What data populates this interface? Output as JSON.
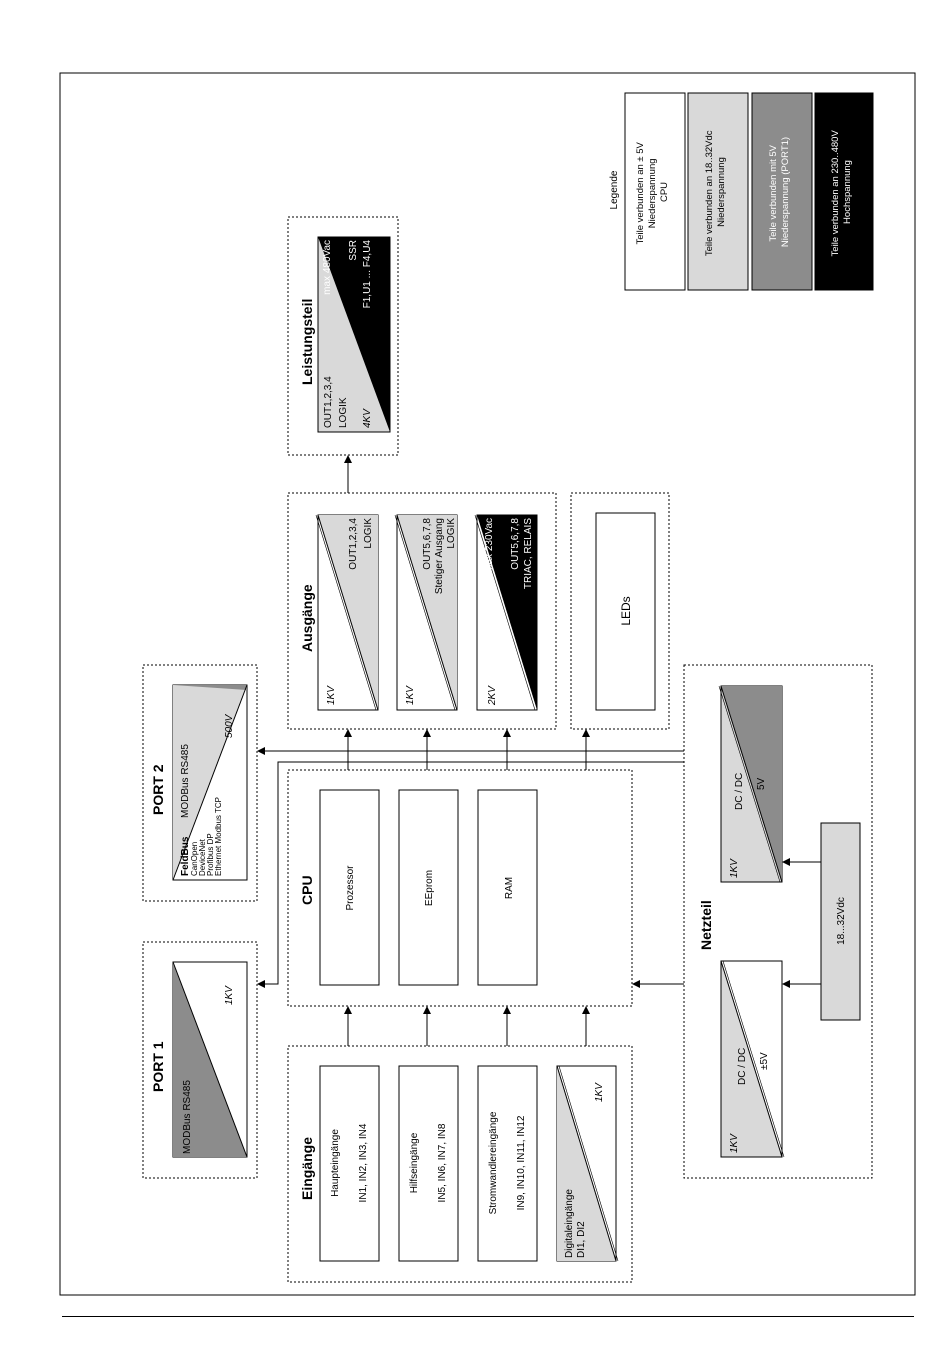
{
  "colors": {
    "cpu_low_voltage": "#ffffff",
    "low_voltage_18_32vdc": "#d9d9d9",
    "port1_5v": "#8c8c8c",
    "high_voltage": "#000000"
  },
  "legend": {
    "title": "Legende",
    "items": [
      {
        "line1": "Teile verbunden an ± 5V",
        "line2": "Niederspannung",
        "line3": "CPU"
      },
      {
        "line1": "Teile verbunden an 18..32Vdc",
        "line2": "Niederspannung",
        "line3": ""
      },
      {
        "line1": "Teile verbunden mit 5V",
        "line2": "Niederspannung (PORT1)",
        "line3": ""
      },
      {
        "line1": "Teile verbunden an 230..480V",
        "line2": "Hochspannung",
        "line3": ""
      }
    ]
  },
  "eingaenge": {
    "title": "Eingänge",
    "haupt": {
      "label": "Haupteingänge",
      "channels": "IN1, IN2, IN3, IN4"
    },
    "hilfs": {
      "label": "Hilfseingänge",
      "channels": "IN5, IN6, IN7, IN8"
    },
    "strom": {
      "label": "Stromwandlereingänge",
      "channels": "IN9, IN10, IN11, IN12"
    },
    "digital": {
      "line1": "Digitaleingänge",
      "line2": "DI1, DI2",
      "isolation": "1KV"
    }
  },
  "cpu": {
    "title": "CPU",
    "blocks": [
      "Prozessor",
      "EEprom",
      "RAM"
    ]
  },
  "ausgaenge": {
    "title": "Ausgänge",
    "out1": {
      "isolation": "1KV",
      "line1": "OUT1,2,3,4",
      "line2": "LOGIK"
    },
    "out5": {
      "isolation": "1KV",
      "line1": "OUT5,6,7,8",
      "line2": "Stetiger Ausgang",
      "line3": "LOGIK"
    },
    "out5_relais": {
      "isolation": "2KV",
      "line1": "max 230Vac",
      "line2": "OUT5,6,7,8",
      "line3": "TRIAC, RELAIS"
    }
  },
  "leistungsteil": {
    "title": "Leistungsteil",
    "line1": "OUT1,2,3,4",
    "line2": "LOGIK",
    "isolation": "4KV",
    "hv_line1": "max 480Vac",
    "hv_line2": "SSR",
    "hv_line3": "F1,U1 ... F4,U4"
  },
  "leds": {
    "label": "LEDs"
  },
  "port1": {
    "title": "PORT 1",
    "label": "MODBus RS485",
    "isolation": "1KV"
  },
  "port2": {
    "title": "PORT 2",
    "bus": "FeldBus",
    "protocols": [
      "CanOpen",
      "DeviceNet",
      "Profibus DP",
      "Ethernet Modbus TCP"
    ],
    "label": "MODBus RS485",
    "isolation": "500V"
  },
  "netzteil": {
    "title": "Netzteil",
    "dcdc_cpu": {
      "isolation": "1KV",
      "line1": "DC / DC",
      "line2": "±5V"
    },
    "dcdc_port": {
      "isolation": "1KV",
      "line1": "DC / DC",
      "line2": "5V"
    },
    "supply": "18...32Vdc"
  }
}
